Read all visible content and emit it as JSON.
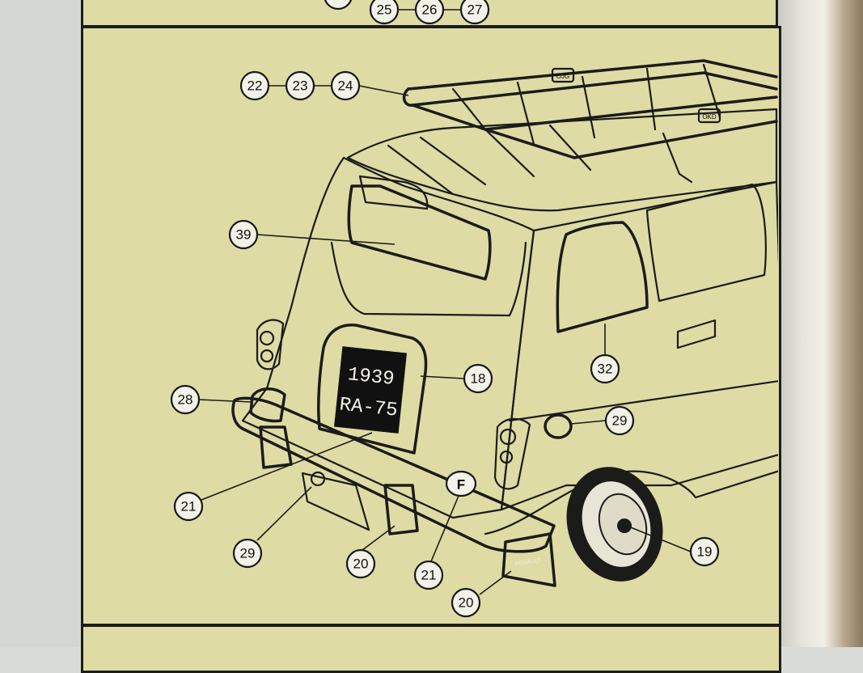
{
  "top_callouts": [
    {
      "id": "c-top-25",
      "label": "25"
    },
    {
      "id": "c-top-26",
      "label": "26"
    },
    {
      "id": "c-top-27",
      "label": "27"
    }
  ],
  "callouts": [
    {
      "label": "22"
    },
    {
      "label": "23"
    },
    {
      "label": "24"
    },
    {
      "label": "39"
    },
    {
      "label": "18"
    },
    {
      "label": "28"
    },
    {
      "label": "32"
    },
    {
      "label": "29"
    },
    {
      "label": "21"
    },
    {
      "label": "29"
    },
    {
      "label": "20"
    },
    {
      "label": "21"
    },
    {
      "label": "19"
    },
    {
      "label": "20"
    }
  ],
  "plate": {
    "line1": "1939",
    "line2": "RA-75"
  },
  "country_badge": "F",
  "rack_tags": [
    "OJG",
    "OKD"
  ],
  "mudflap_text": "RENAULT",
  "colors": {
    "paper": "#dedba4",
    "ink": "#1b1b1b",
    "callout_fill": "#f4f2e8"
  }
}
